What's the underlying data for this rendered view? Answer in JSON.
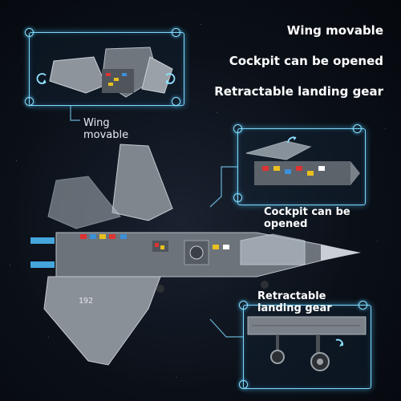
{
  "headlines": {
    "wing": "Wing movable",
    "cockpit": "Cockpit can be opened",
    "gear": "Retractable landing gear"
  },
  "callouts": {
    "wing": "Wing movable",
    "cockpit": "Cockpit can be opened",
    "gear": "Retractable landing gear"
  },
  "tail_number": "192",
  "colors": {
    "accent_glow": "#7fd8ff",
    "background": "#0b1018",
    "aircraft_gray": "#8a9097",
    "canopy_tint": "#b9c4cc"
  }
}
